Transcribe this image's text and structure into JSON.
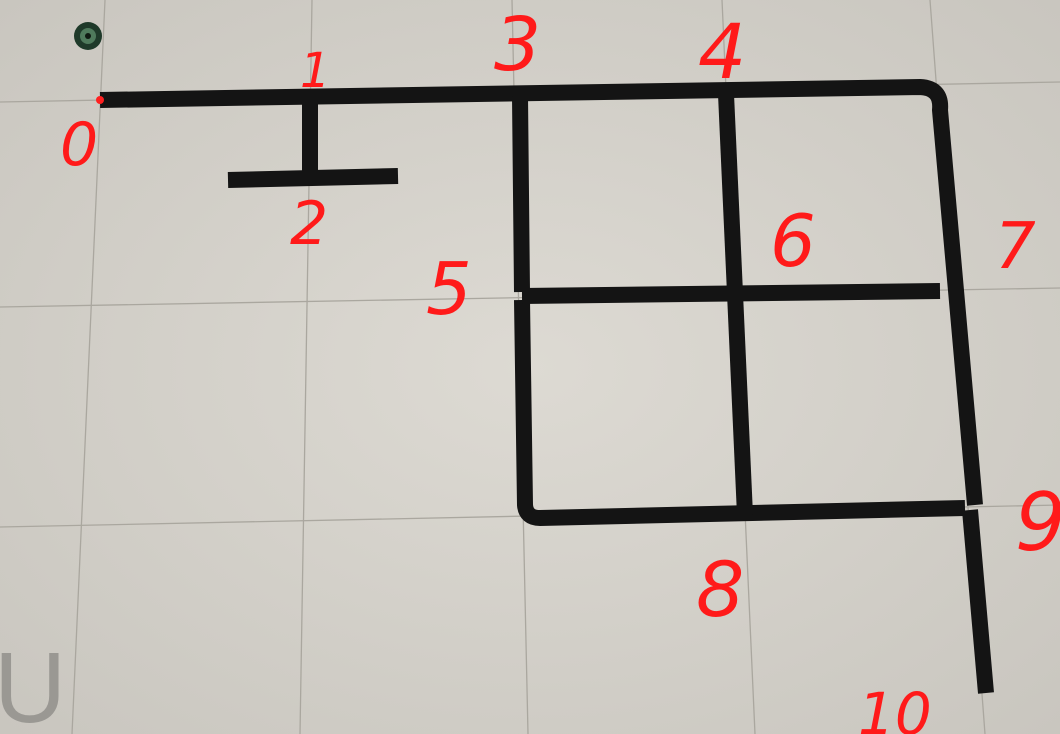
{
  "scene": {
    "floor_color": "#d6d3cc",
    "tile_line_color": "#a9a69f",
    "track_color": "#141414",
    "label_color": "#ff1a1a",
    "robot_icon": "robot-icon"
  },
  "nodes": [
    {
      "id": "0",
      "label": "0"
    },
    {
      "id": "1",
      "label": "1"
    },
    {
      "id": "2",
      "label": "2"
    },
    {
      "id": "3",
      "label": "3"
    },
    {
      "id": "4",
      "label": "4"
    },
    {
      "id": "5",
      "label": "5"
    },
    {
      "id": "6",
      "label": "6"
    },
    {
      "id": "7",
      "label": "7"
    },
    {
      "id": "8",
      "label": "8"
    },
    {
      "id": "9",
      "label": "9"
    },
    {
      "id": "10",
      "label": "10"
    }
  ],
  "corner_glyph": "U"
}
